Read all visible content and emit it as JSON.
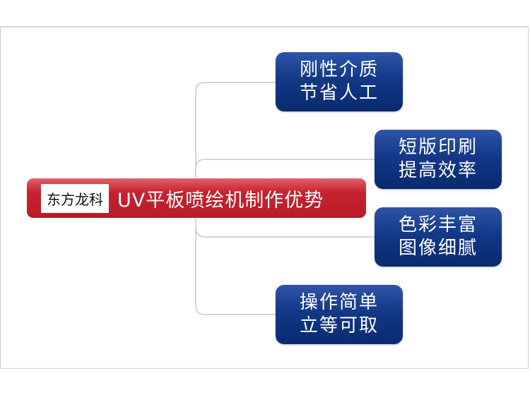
{
  "root": {
    "brand": "东方龙科",
    "title": "UV平板喷绘机制作优势"
  },
  "branches": [
    {
      "line1": "刚性介质",
      "line2": "节省人工"
    },
    {
      "line1": "短版印刷",
      "line2": "提高效率"
    },
    {
      "line1": "色彩丰富",
      "line2": "图像细腻"
    },
    {
      "line1": "操作简单",
      "line2": "立等可取"
    }
  ],
  "colors": {
    "root": "#c6222f",
    "node": "#123887"
  }
}
